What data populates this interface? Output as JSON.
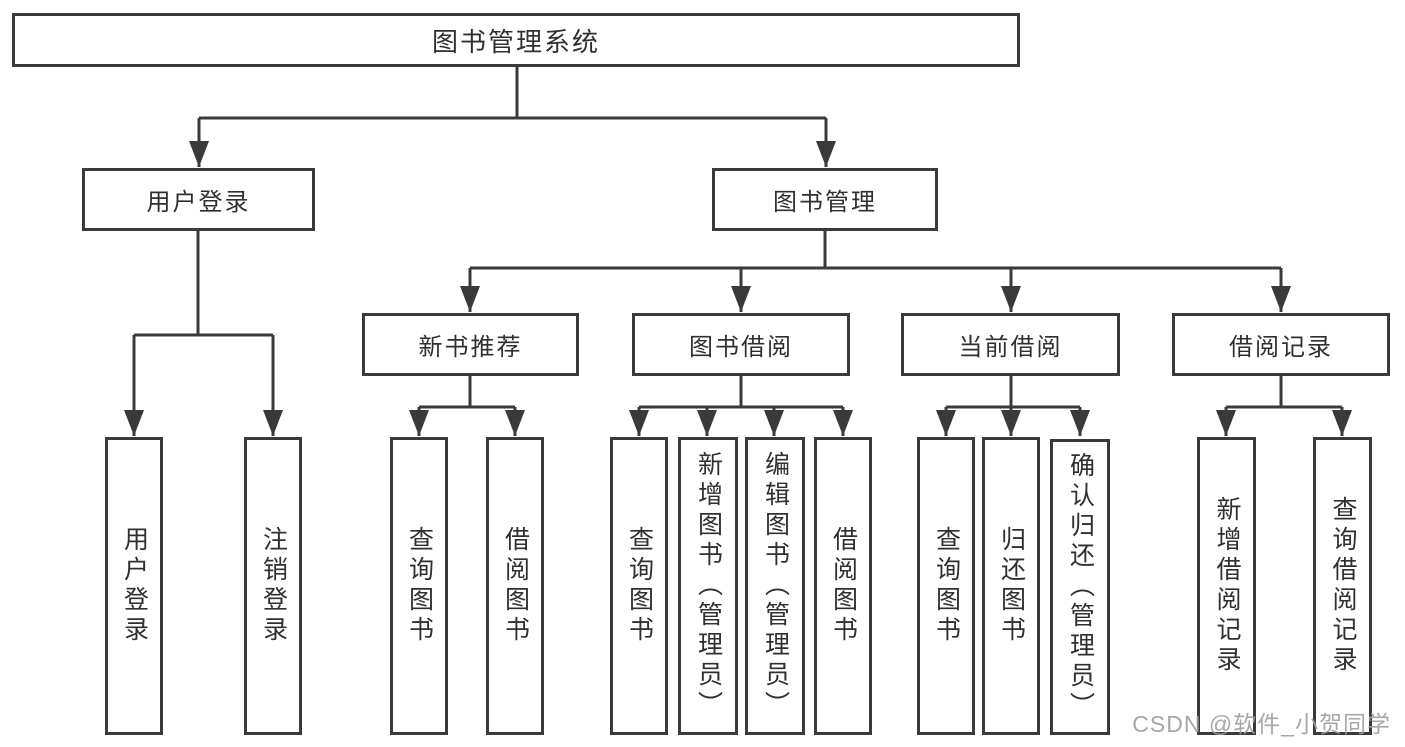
{
  "title": "图书管理系统",
  "watermark": "CSDN @软件_小贺同学",
  "colors": {
    "line": "#3a3a3a",
    "text": "#303030",
    "background": "#ffffff",
    "watermark": "#9e9e9e"
  },
  "tree": {
    "root": {
      "label": "图书管理系统"
    },
    "branches": [
      {
        "label": "用户登录",
        "children": [
          {
            "label": "用户登录"
          },
          {
            "label": "注销登录"
          }
        ]
      },
      {
        "label": "图书管理",
        "children": [
          {
            "label": "新书推荐",
            "children": [
              {
                "label": "查询图书"
              },
              {
                "label": "借阅图书"
              }
            ]
          },
          {
            "label": "图书借阅",
            "children": [
              {
                "label": "查询图书"
              },
              {
                "label": "新增图书（管理员）"
              },
              {
                "label": "编辑图书（管理员）"
              },
              {
                "label": "借阅图书"
              }
            ]
          },
          {
            "label": "当前借阅",
            "children": [
              {
                "label": "查询图书"
              },
              {
                "label": "归还图书"
              },
              {
                "label": "确认归还（管理员）"
              }
            ]
          },
          {
            "label": "借阅记录",
            "children": [
              {
                "label": "新增借阅记录"
              },
              {
                "label": "查询借阅记录"
              }
            ]
          }
        ]
      }
    ]
  }
}
